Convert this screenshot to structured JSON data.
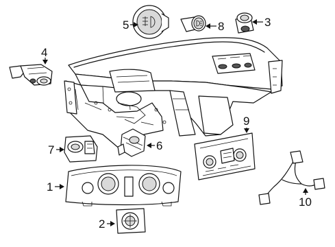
{
  "callouts": [
    {
      "id": "1",
      "label": "1"
    },
    {
      "id": "2",
      "label": "2"
    },
    {
      "id": "3",
      "label": "3"
    },
    {
      "id": "4",
      "label": "4"
    },
    {
      "id": "5",
      "label": "5"
    },
    {
      "id": "6",
      "label": "6"
    },
    {
      "id": "7",
      "label": "7"
    },
    {
      "id": "8",
      "label": "8"
    },
    {
      "id": "9",
      "label": "9"
    },
    {
      "id": "10",
      "label": "10"
    }
  ],
  "icons": {
    "switch_5_symbol": "fog-lamp",
    "switch_8_symbol": "rear-fog-lamp"
  }
}
